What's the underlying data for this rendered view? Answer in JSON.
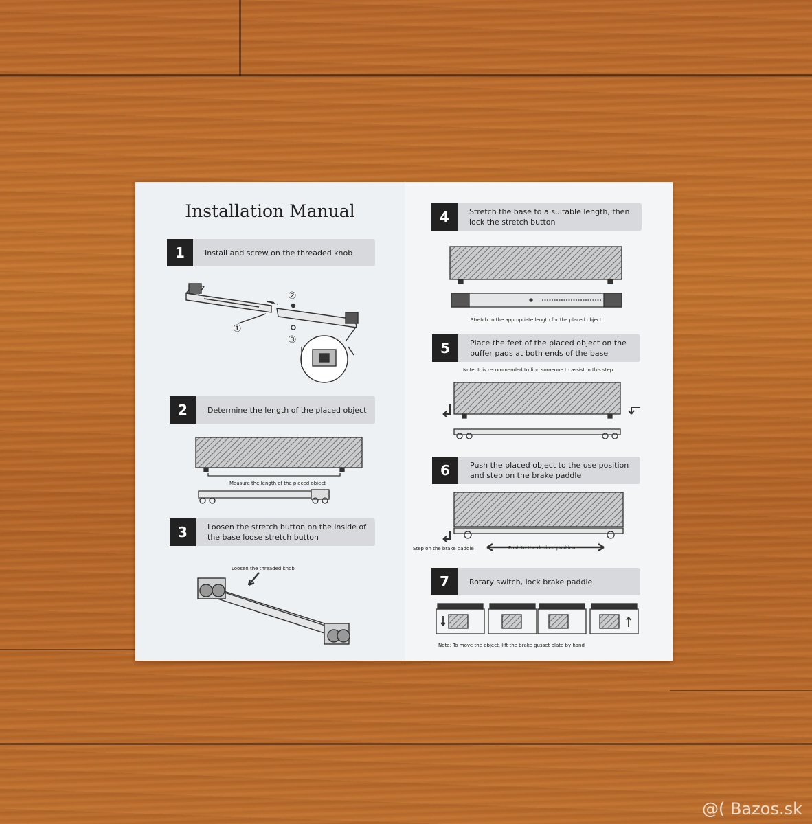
{
  "manual": {
    "title": "Installation Manual",
    "steps": [
      {
        "num": "1",
        "text": "Install and screw on the threaded knob"
      },
      {
        "num": "2",
        "text": "Determine the length of the placed object"
      },
      {
        "num": "3",
        "text": "Loosen the stretch button on the inside of the base loose stretch button"
      },
      {
        "num": "4",
        "text": "Stretch the base to a suitable length, then lock the stretch button"
      },
      {
        "num": "5",
        "text": "Place the feet of the placed object on the buffer pads at both ends of the base"
      },
      {
        "num": "6",
        "text": "Push the placed object to the use position and step on the brake paddle"
      },
      {
        "num": "7",
        "text": "Rotary switch, lock brake paddle"
      }
    ],
    "captions": {
      "measure": "Measure the length of the placed object",
      "loosen_knob": "Loosen the threaded knob",
      "stretch": "Stretch to the appropriate length for the placed object",
      "note5": "Note: It is recommended to find someone to assist in this step",
      "step_brake": "Step on the brake paddle",
      "push": "Push to the desired position",
      "note7": "Note: To move the object, lift the brake gusset plate by hand"
    },
    "markers": {
      "one": "①",
      "two": "②",
      "three": "③"
    }
  },
  "watermark": "@( Bazos.sk"
}
